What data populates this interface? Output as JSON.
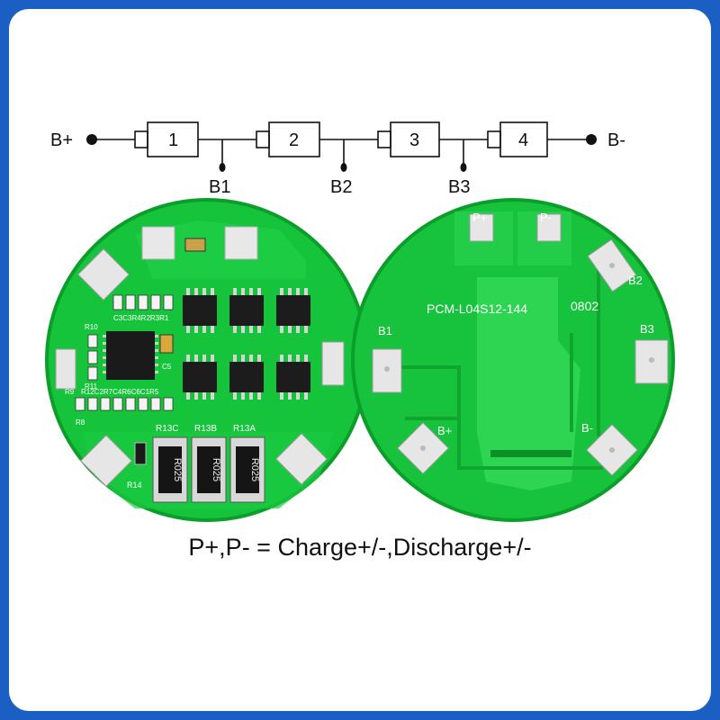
{
  "schematic": {
    "left_terminal": "B+",
    "right_terminal": "B-",
    "cells": [
      "1",
      "2",
      "3",
      "4"
    ],
    "taps": [
      "B1",
      "B2",
      "B3"
    ]
  },
  "board_front": {
    "resistor_labels": [
      "R13C",
      "R13B",
      "R13A"
    ],
    "resistor_values": [
      "R025",
      "R025",
      "R025"
    ],
    "r14_label": "R14",
    "r10_label": "R10",
    "r11_label": "R11",
    "r9_label": "R9",
    "r8_label": "R8",
    "c5_label": "C5",
    "cap_row_top": "C3C3R4R2R3R1",
    "cap_row_bottom": "R12C2R7C4R6C6C1R5"
  },
  "board_back": {
    "part_number": "PCM-L04S12-144",
    "code": "0802",
    "pads": {
      "p_plus": "P+",
      "p_minus": "P-",
      "b1": "B1",
      "b2": "B2",
      "b3": "B3",
      "b_plus": "B+",
      "b_minus": "B-"
    }
  },
  "caption": "P+,P- = Charge+/-,Discharge+/-",
  "colors": {
    "frame": "#1b5fc4",
    "pcb": "#14c23a",
    "pcb_dark": "#0aa02c"
  }
}
